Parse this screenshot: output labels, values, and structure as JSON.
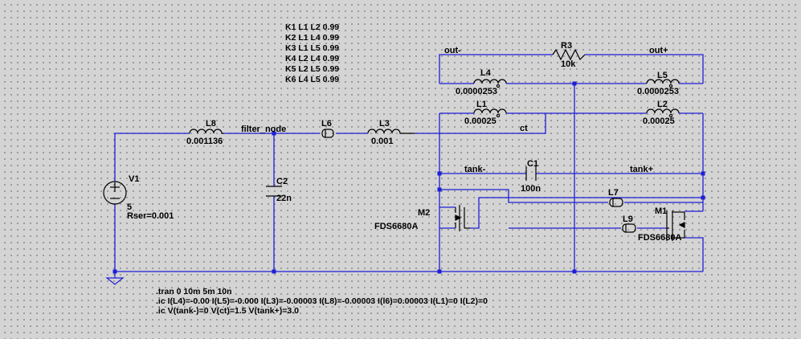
{
  "coupling_directives": [
    "K1 L1 L2 0.99",
    "K2 L1 L4 0.99",
    "K3 L1 L5 0.99",
    "K4 L2 L4 0.99",
    "K5 L2 L5 0.99",
    "K6 L4 L5 0.99"
  ],
  "net_labels": {
    "out_minus": "out-",
    "out_plus": "out+",
    "filter_node": "filter_node",
    "ct": "ct",
    "tank_minus": "tank-",
    "tank_plus": "tank+"
  },
  "components": {
    "R3": {
      "name": "R3",
      "value": "10k"
    },
    "L4": {
      "name": "L4",
      "value": "0.0000253"
    },
    "L5": {
      "name": "L5",
      "value": "0.0000253"
    },
    "L1": {
      "name": "L1",
      "value": "0.00025"
    },
    "L2": {
      "name": "L2",
      "value": "0.00025"
    },
    "L8": {
      "name": "L8",
      "value": "0.001136"
    },
    "L6": {
      "name": "L6"
    },
    "L3": {
      "name": "L3",
      "value": "0.001"
    },
    "C1": {
      "name": "C1",
      "value": "100n"
    },
    "C2": {
      "name": "C2",
      "value": "22n"
    },
    "V1": {
      "name": "V1",
      "value": "5",
      "extra": "Rser=0.001"
    },
    "L7": {
      "name": "L7"
    },
    "L9": {
      "name": "L9"
    },
    "M1": {
      "name": "M1",
      "value": "FDS6680A"
    },
    "M2": {
      "name": "M2",
      "value": "FDS6680A"
    }
  },
  "sim_directives": [
    ".tran 0 10m 5m 10n",
    ".ic I(L4)=-0.00 I(L5)=-0.000 I(L3)=-0.00003 I(L8)=-0.00003  I(l6)=0.00003 I(L1)=0 I(L2)=0",
    ".ic V(tank-)=0 V(ct)=1.5 V(tank+)=3.0"
  ],
  "colors": {
    "wire": "#1e1ed8",
    "component": "#000000",
    "background": "#d4d4d4"
  }
}
